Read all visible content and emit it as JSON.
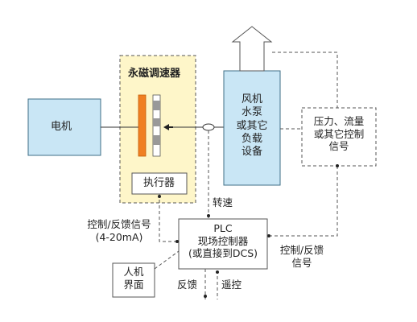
{
  "diagram": {
    "motor": "电机",
    "magnetic_speed_regulator": "永磁调速器",
    "actuator": "执行器",
    "load": [
      "风机",
      "水泵",
      "或其它",
      "负载",
      "设备"
    ],
    "sensor": [
      "压力、流量",
      "或其它控制",
      "信号"
    ],
    "plc": [
      "PLC",
      "现场控制器",
      "(或直接到DCS)"
    ],
    "hmi": [
      "人机",
      "界面"
    ],
    "labels": {
      "speed": "转速",
      "control_feedback_left": [
        "控制/反馈信号",
        "(4-20mA)"
      ],
      "control_feedback_right": [
        "控制/反馈",
        "信号"
      ],
      "feedback": "反馈",
      "remote_control": "遥控"
    },
    "colors": {
      "box_fill": "#c9e6f5",
      "box_stroke": "#3f6f86",
      "regulator_fill": "#fef6c9",
      "orange": "#f07f22",
      "line": "#333333"
    }
  }
}
